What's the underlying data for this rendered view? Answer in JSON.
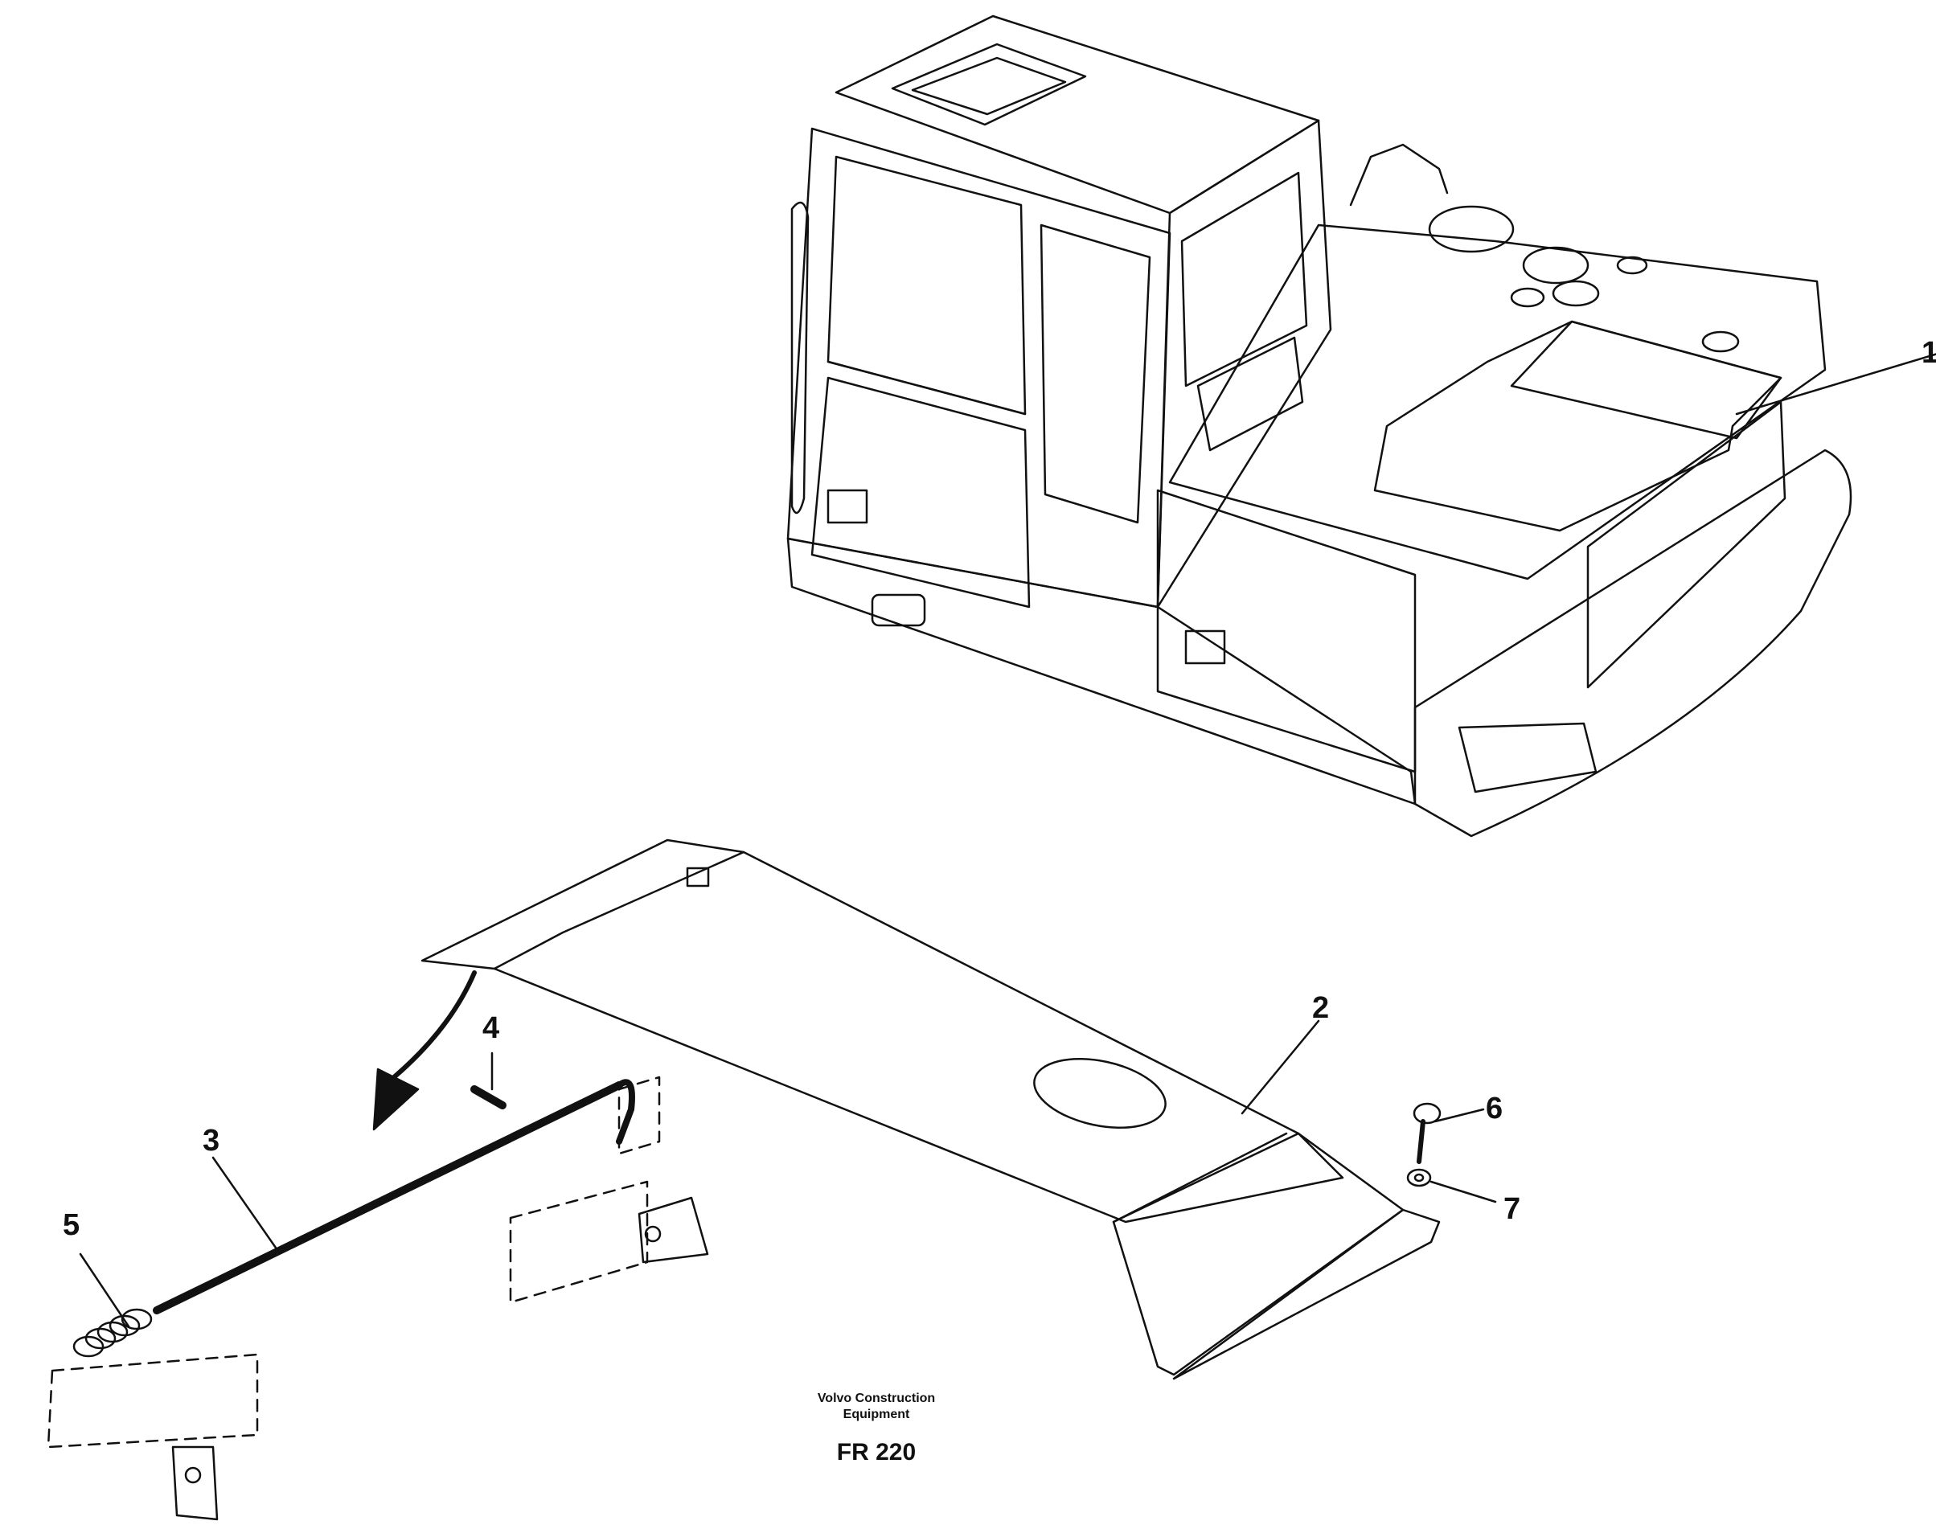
{
  "callouts": {
    "c1": "1",
    "c2": "2",
    "c3": "3",
    "c4": "4",
    "c5": "5",
    "c6": "6",
    "c7": "7"
  },
  "footer": {
    "brand_line1": "Volvo Construction",
    "brand_line2": "Equipment",
    "ref": "FR 220"
  }
}
